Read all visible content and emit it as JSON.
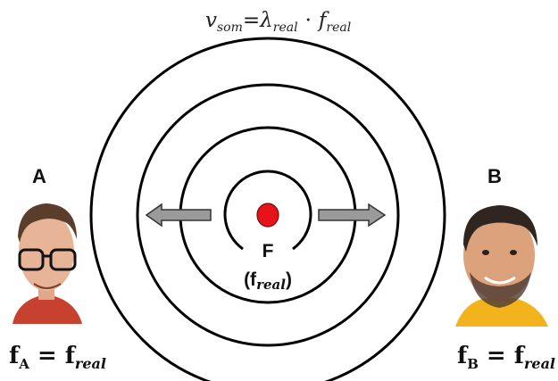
{
  "equation": {
    "v": "v",
    "v_sub": "som",
    "equals": "=",
    "lambda": "λ",
    "lambda_sub": "real",
    "dot": "·",
    "f": "f",
    "f_sub": "real"
  },
  "observer_a": {
    "label": "A",
    "formula_f": "f",
    "formula_sub": "A",
    "formula_equals": " = ",
    "formula_rhs": "f",
    "formula_rhs_sub": "real"
  },
  "observer_b": {
    "label": "B",
    "formula_f": "f",
    "formula_sub": "B",
    "formula_equals": " = ",
    "formula_rhs": "f",
    "formula_rhs_sub": "real"
  },
  "source": {
    "label": "F",
    "freq_open": "(f",
    "freq_sub": "real",
    "freq_close": ")",
    "color": "#e8121b"
  },
  "colors": {
    "wave_stroke": "#000000",
    "arrow_fill": "#9a9a9a",
    "arrow_stroke": "#333333",
    "shirt_a": "#c8412e",
    "shirt_b": "#f2b31c"
  },
  "icons": {
    "observer_a": "man-with-glasses-portrait",
    "observer_b": "bearded-man-portrait",
    "arrow_left": "arrow-left-icon",
    "arrow_right": "arrow-right-icon"
  }
}
